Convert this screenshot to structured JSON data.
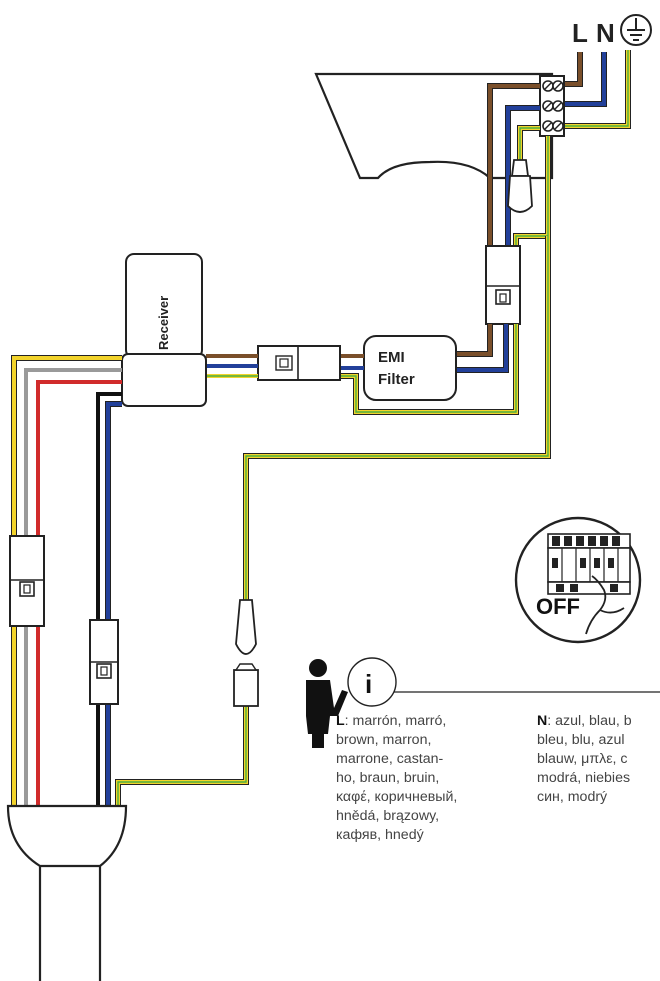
{
  "mains_labels": {
    "live": "L",
    "neutral": "N"
  },
  "receiver_label": "Receiver",
  "emi_filter": {
    "line1": "EMI",
    "line2": "Filter"
  },
  "off_label": "OFF",
  "info_glyph": "i",
  "notes": {
    "brown": {
      "key": "L",
      "text": ": marrón, marró,\nbrown, marron,\nmarrone, castan-\nho, braun, bruin,\nκαφέ, коричневый,\nhnědá, brązowy,\nкафяв, hnedý"
    },
    "blue": {
      "key": "N",
      "text": ": azul, blau, b\nbleu, blu, azul\nblauw, μπλε, с\nmodrá, niebies\nсин, modrý"
    }
  },
  "colors": {
    "brown": "#7a4f2a",
    "blue": "#22409a",
    "yellow": "#f2d32b",
    "green": "#4caf3f",
    "red": "#d12b2b",
    "grey": "#9a9a9a",
    "black": "#111111"
  }
}
